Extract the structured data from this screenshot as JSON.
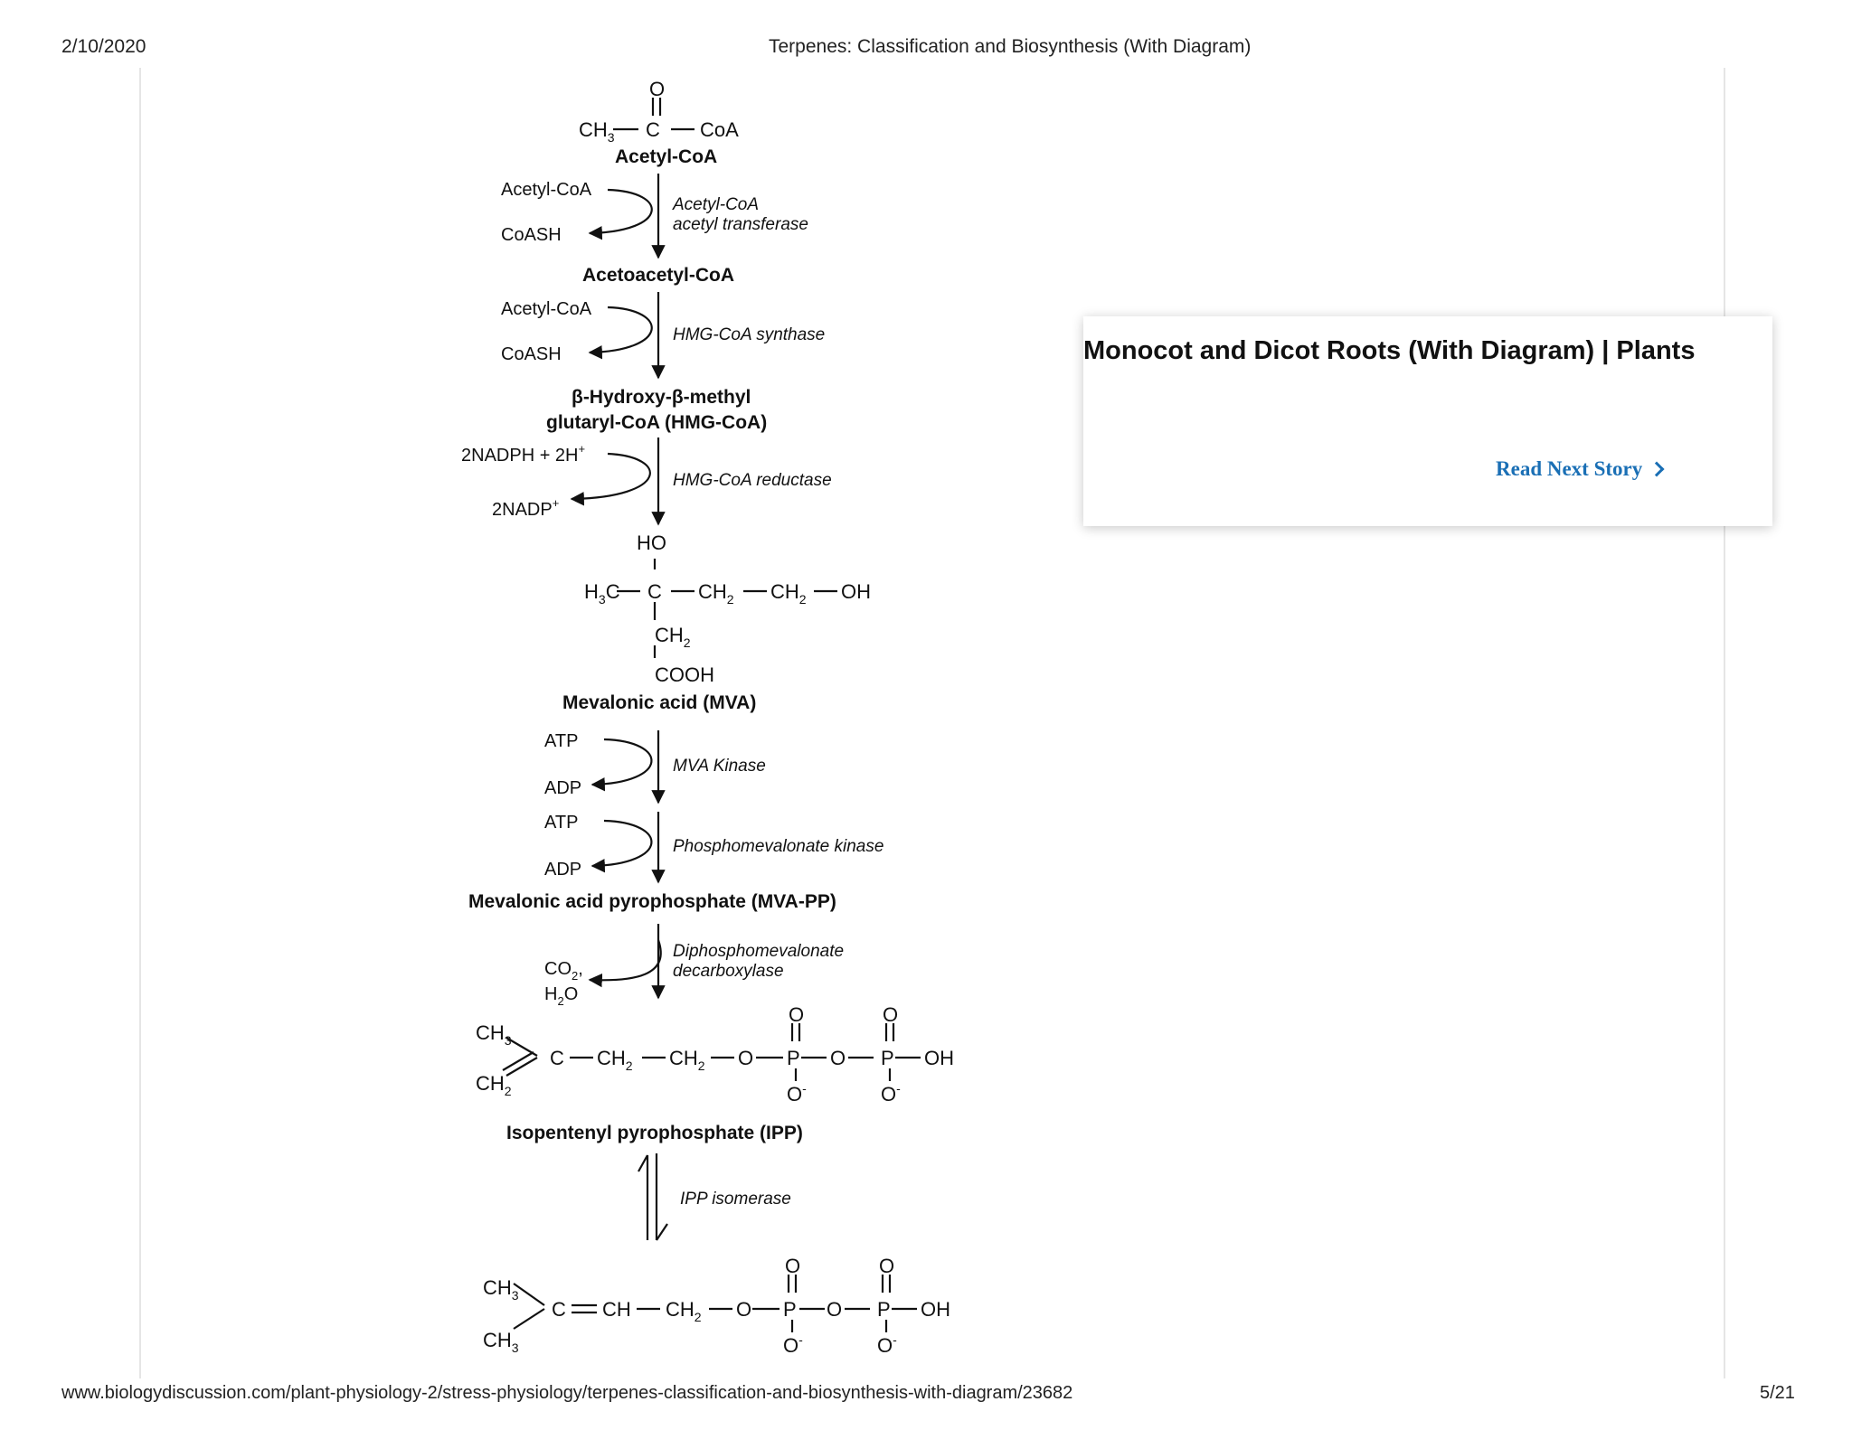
{
  "header": {
    "date": "2/10/2020",
    "title": "Terpenes: Classification and Biosynthesis (With Diagram)"
  },
  "footer": {
    "url": "www.biologydiscussion.com/plant-physiology-2/stress-physiology/terpenes-classification-and-biosynthesis-with-diagram/23682",
    "page": "5/21"
  },
  "card": {
    "title": "Monocot and Dicot Roots (With Diagram) | Plants",
    "link_label": "Read Next Story"
  },
  "diagram": {
    "acetyl_coa": "Acetyl-CoA",
    "acetoacetyl_coa": "Acetoacetyl-CoA",
    "hmg_coa_line1": "β-Hydroxy-β-methyl",
    "hmg_coa_line2": "glutaryl-CoA (HMG-CoA)",
    "mva": "Mevalonic acid (MVA)",
    "mva_pp": "Mevalonic acid pyrophosphate (MVA-PP)",
    "ipp": "Isopentenyl pyrophosphate (IPP)",
    "steps": {
      "s1": {
        "in": "Acetyl-CoA",
        "out": "CoASH",
        "enzyme1": "Acetyl-CoA",
        "enzyme2": "acetyl transferase"
      },
      "s2": {
        "in": "Acetyl-CoA",
        "out": "CoASH",
        "enzyme": "HMG-CoA synthase"
      },
      "s3": {
        "in": "2NADPH + 2H",
        "out": "2NADP",
        "enzyme": "HMG-CoA reductase"
      },
      "s4": {
        "in": "ATP",
        "out": "ADP",
        "enzyme": "MVA Kinase"
      },
      "s5": {
        "in": "ATP",
        "out": "ADP",
        "enzyme": "Phosphomevalonate kinase"
      },
      "s6": {
        "out1": "CO",
        "out2": "H",
        "enzyme1": "Diphosphomevalonate",
        "enzyme2": "decarboxylase"
      },
      "s7": {
        "enzyme": "IPP isomerase"
      }
    }
  }
}
